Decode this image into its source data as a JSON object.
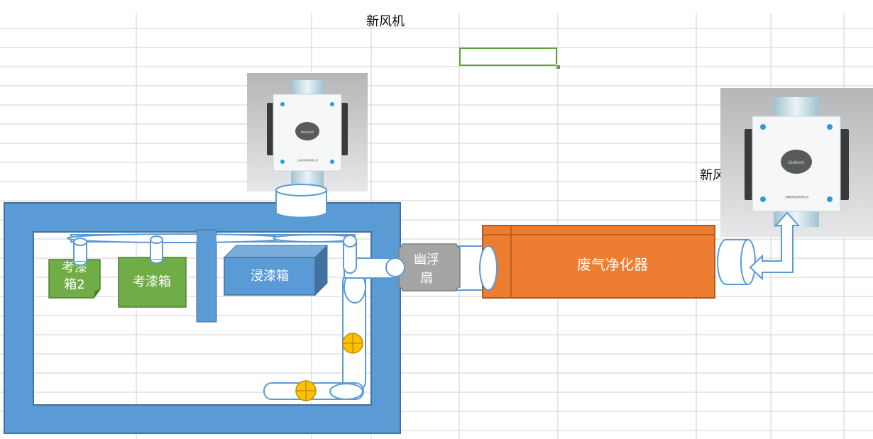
{
  "spreadsheet": {
    "cells": [
      {
        "id": "header-cell",
        "text": "新风机"
      },
      {
        "id": "right-label-cell",
        "text": "新风机"
      }
    ],
    "selected_cell_color": "#5aa23a",
    "gridline_color": "#d0d0d0"
  },
  "diagram": {
    "title": "新风机",
    "room": {
      "fill": "#5b9bd5",
      "border": "#41719c"
    },
    "components": {
      "drying_box_2": {
        "label_line1": "考漆",
        "label_line2": "箱2",
        "color": "#70ad47"
      },
      "drying_box": {
        "label": "考漆箱",
        "color": "#70ad47"
      },
      "dip_box": {
        "label": "浸漆箱",
        "color": "#5b9bd5"
      },
      "fan": {
        "label_line1": "幽浮",
        "label_line2": "扇",
        "color": "#a5a5a5"
      },
      "purifier": {
        "label": "废气净化器",
        "color": "#ed7d31"
      },
      "valve_color": "#ffc000"
    },
    "fresh_air_units": [
      {
        "id": "top-fresh-air-unit",
        "brand": "biokont",
        "caption": "上海新风科技有限公司"
      },
      {
        "id": "right-fresh-air-unit",
        "brand": "biokont",
        "caption": "上海新风科技有限公司"
      }
    ]
  }
}
